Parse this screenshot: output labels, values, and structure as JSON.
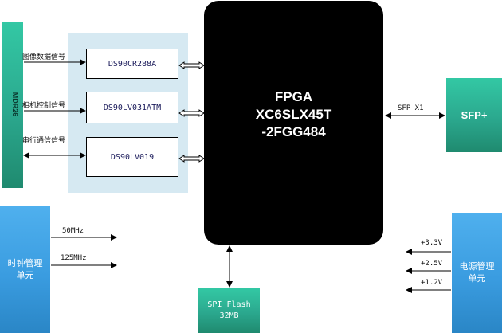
{
  "mdr_connector": {
    "label": "MDR26"
  },
  "chips": [
    {
      "label": "DS90CR288A",
      "signal": "图像数据信号"
    },
    {
      "label": "DS90LV031ATM",
      "signal": "相机控制信号"
    },
    {
      "label": "DS90LV019",
      "signal": "串行通信信号"
    }
  ],
  "fpga": {
    "line1": "FPGA",
    "line2": "XC6SLX45T",
    "line3": "-2FGG484"
  },
  "sfp": {
    "label": "SFP+",
    "link_label": "SFP X1"
  },
  "clock_unit": {
    "label_line1": "时钟管理",
    "label_line2": "单元",
    "outputs": [
      "50MHz",
      "125MHz"
    ]
  },
  "power_unit": {
    "label_line1": "电源管理",
    "label_line2": "单元",
    "outputs": [
      "+3.3V",
      "+2.5V",
      "+1.2V"
    ]
  },
  "flash": {
    "line1": "SPI Flash",
    "line2": "32MB"
  },
  "colors": {
    "teal": "#2ba88e",
    "blue": "#3a9ce0",
    "panel": "#d6e9f2",
    "fpga": "#000000"
  }
}
